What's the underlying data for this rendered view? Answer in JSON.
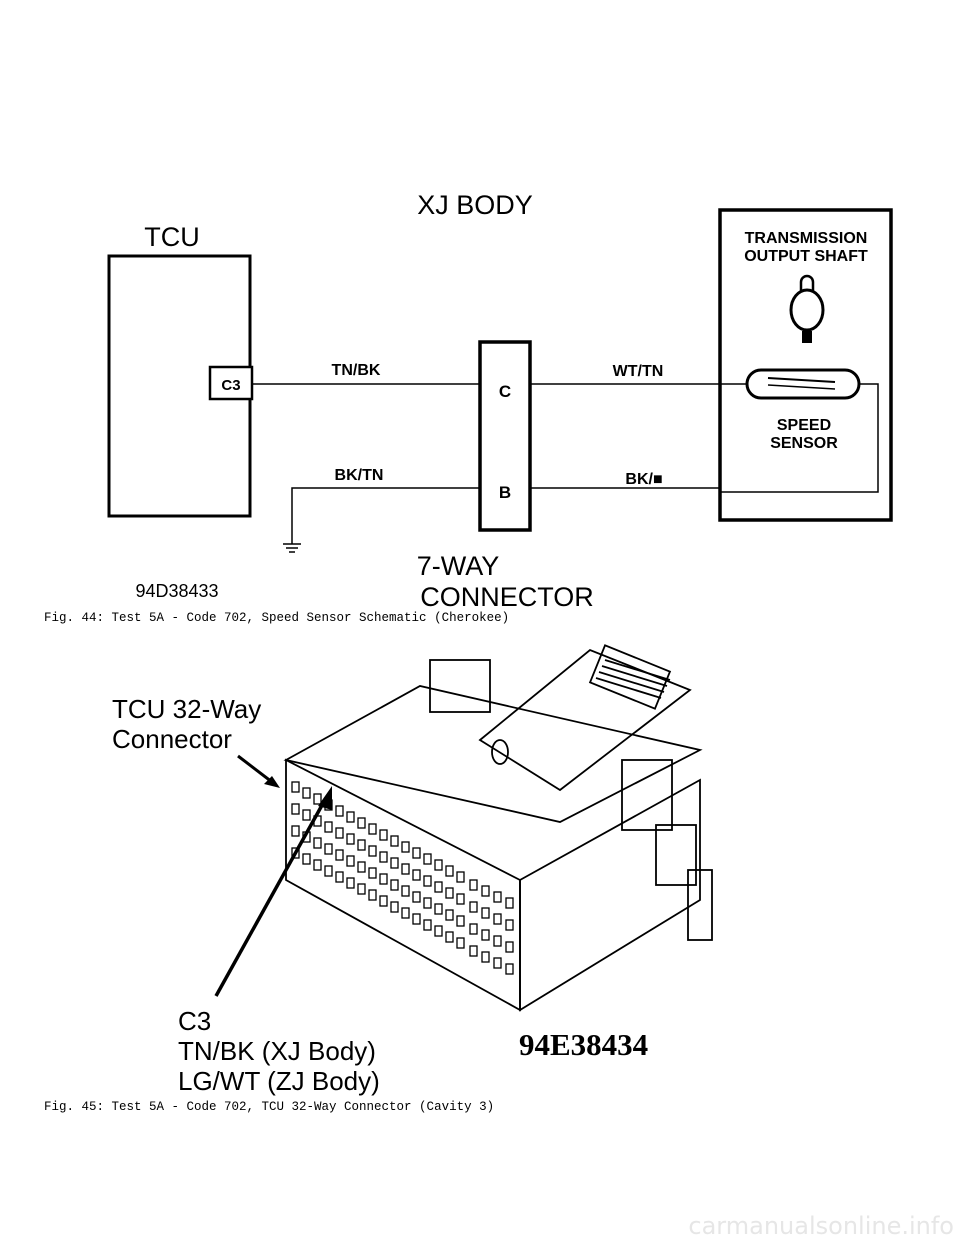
{
  "schematic": {
    "title": "XJ BODY",
    "tcu_label": "TCU",
    "tcu_pin": "C3",
    "wire_tn_bk": "TN/BK",
    "wire_bk_tn": "BK/TN",
    "wire_wt_tn": "WT/TN",
    "wire_bk_sensor": "BK/■",
    "pin_c": "C",
    "pin_b": "B",
    "trans_line1": "TRANSMISSION",
    "trans_line2": "OUTPUT SHAFT",
    "sensor_line1": "SPEED",
    "sensor_line2": "SENSOR",
    "connector_line1": "7-WAY",
    "connector_line2": "CONNECTOR",
    "figure_id": "94D38433"
  },
  "caption1": "Fig. 44:  Test 5A - Code 702, Speed Sensor Schematic (Cherokee)",
  "connector_drawing": {
    "label_line1": "TCU 32-Way",
    "label_line2": "Connector",
    "cavity": "C3",
    "xj_text": "TN/BK (XJ Body)",
    "zj_text": "LG/WT (ZJ Body)",
    "figure_id": "94E38434"
  },
  "caption2": "Fig. 45:  Test 5A - Code 702, TCU 32-Way Connector (Cavity 3)",
  "watermark": "carmanualsonline.info"
}
